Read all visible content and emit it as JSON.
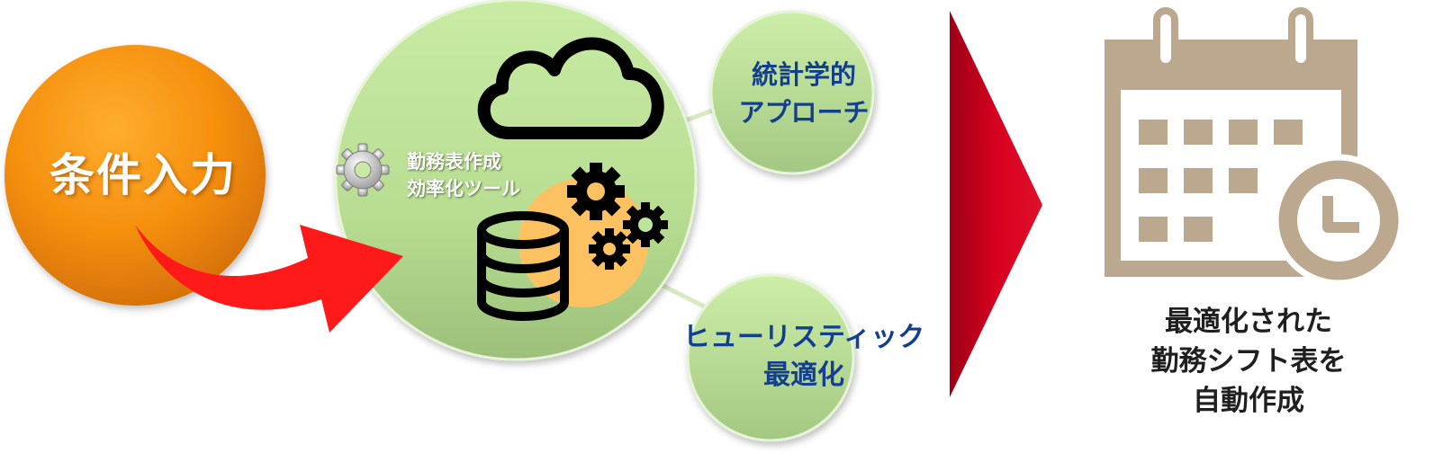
{
  "input": {
    "label": "条件入力"
  },
  "tool": {
    "line1": "勤務表作成",
    "line2": "効率化ツール"
  },
  "methods": [
    {
      "line1": "統計学的",
      "line2": "アプローチ"
    },
    {
      "line1": "ヒューリスティック",
      "line2": "最適化"
    }
  ],
  "result": {
    "line1": "最適化された",
    "line2": "勤務シフト表を",
    "line3": "自動作成"
  },
  "icons": [
    "gear-icon",
    "cloud-icon",
    "gears-icon",
    "database-icon",
    "calendar-icon",
    "clock-icon"
  ],
  "colors": {
    "input_circle": "#f5900e",
    "tool_circle": "#bfe39a",
    "arrow": "#ff1a1a",
    "chevron": "#c8001e",
    "calendar": "#bba88e",
    "method_text": "#123f8f"
  }
}
